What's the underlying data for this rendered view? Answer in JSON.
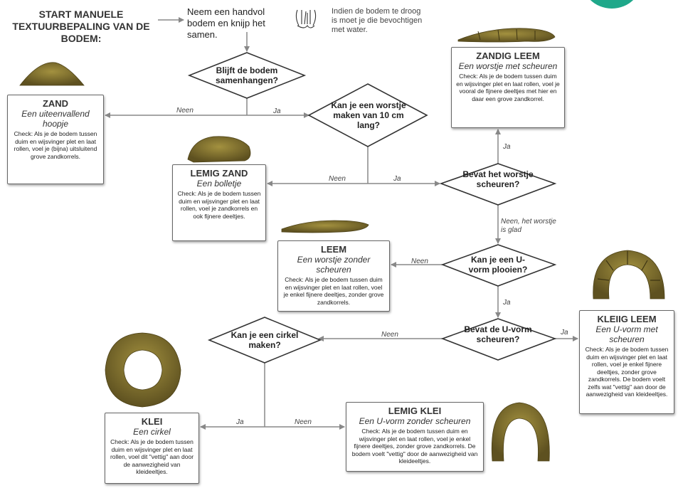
{
  "title": "START MANUELE TEXTUURBEPALING VAN DE BODEM:",
  "intro": "Neem een handvol bodem en knijp het samen.",
  "note": "Indien de bodem te droog is moet je die bevochtigen met water.",
  "icons": [
    "hands-icon",
    "corner-circle-icon"
  ],
  "colors": {
    "soil": "#7a6a2a",
    "soil_light": "#a3913f",
    "line": "#888888",
    "accent": "#1fa88a"
  },
  "questions": {
    "q1": "Blijft de bodem samenhangen?",
    "q2": "Kan je een worstje maken van 10 cm lang?",
    "q3": "Bevat het worstje scheuren?",
    "q4": "Kan je een U-vorm plooien?",
    "q5": "Bevat de U-vorm scheuren?",
    "q6": "Kan je een cirkel maken?"
  },
  "edges": {
    "q1_no": "Neen",
    "q1_yes": "Ja",
    "q2_no": "Neen",
    "q2_yes": "Ja",
    "q3_yes": "Ja",
    "q3_no": "Neen, het worstje is glad",
    "q4_no": "Neen",
    "q4_yes": "Ja",
    "q5_no": "Neen",
    "q5_yes": "Ja",
    "q6_yes": "Ja",
    "q6_no": "Neen"
  },
  "results": {
    "zand": {
      "title": "ZAND",
      "subtitle": "Een uiteenvallend hoopje",
      "check": "Check: Als je de bodem tussen duim en wijsvinger plet en laat rollen, voel je (bijna) uitsluitend grove zandkorrels."
    },
    "lemig_zand": {
      "title": "LEMIG ZAND",
      "subtitle": "Een bolletje",
      "check": "Check: Als je de bodem tussen duim en wijsvinger plet en laat rollen, voel je zandkorrels en ook fijnere deeltjes."
    },
    "zandig_leem": {
      "title": "ZANDIG LEEM",
      "subtitle": "Een worstje met scheuren",
      "check": "Check: Als je de bodem tussen duim en wijsvinger plet en laat rollen, voel je vooral de fijnere deeltjes met hier en daar een grove zandkorrel."
    },
    "leem": {
      "title": "LEEM",
      "subtitle": "Een worstje zonder scheuren",
      "check": "Check: Als je de bodem tussen duim en wijsvinger plet en laat rollen, voel je enkel fijnere deeltjes, zonder grove zandkorrels."
    },
    "kleiig_leem": {
      "title": "KLEIIG LEEM",
      "subtitle": "Een U-vorm met scheuren",
      "check": "Check: Als je de bodem tussen duim en wijsvinger plet en laat rollen, voel je enkel fijnere deeltjes, zonder grove zandkorrels. De bodem voelt zelfs wat \"vettig\" aan door de aanwezigheid van kleideeltjes."
    },
    "lemig_klei": {
      "title": "LEMIG KLEI",
      "subtitle": "Een U-vorm zonder scheuren",
      "check": "Check: Als je de bodem tussen duim en wijsvinger plet en laat rollen, voel je enkel fijnere deeltjes, zonder grove zandkorrels. De bodem voelt \"vettig\" door de aanwezigheid van kleideeltjes."
    },
    "klei": {
      "title": "KLEI",
      "subtitle": "Een cirkel",
      "check": "Check: Als je de bodem tussen duim en wijsvinger plet en laat rollen, voel dit \"vettig\" aan door de aanwezigheid van kleideeltjes."
    }
  }
}
